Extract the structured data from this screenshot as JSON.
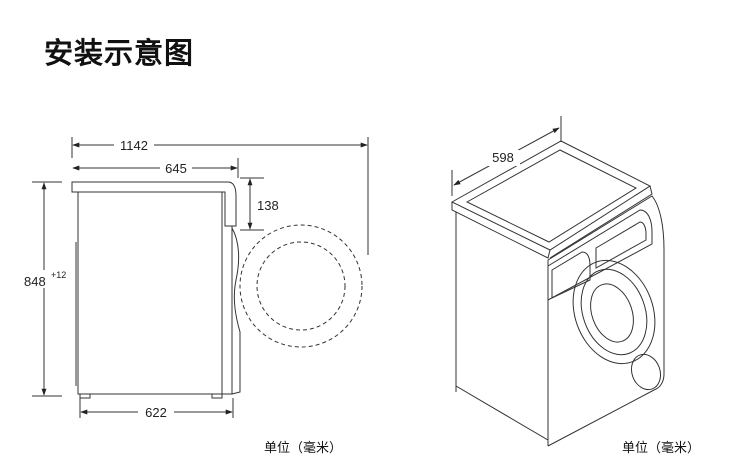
{
  "title": "安装示意图",
  "side_view": {
    "total_depth": "1142",
    "body_depth": "645",
    "door_offset": "138",
    "height": "848",
    "height_tolerance": "+12",
    "foot_span": "622"
  },
  "perspective_view": {
    "width": "598"
  },
  "unit_left": "单位（毫米）",
  "unit_right": "单位（毫米）"
}
